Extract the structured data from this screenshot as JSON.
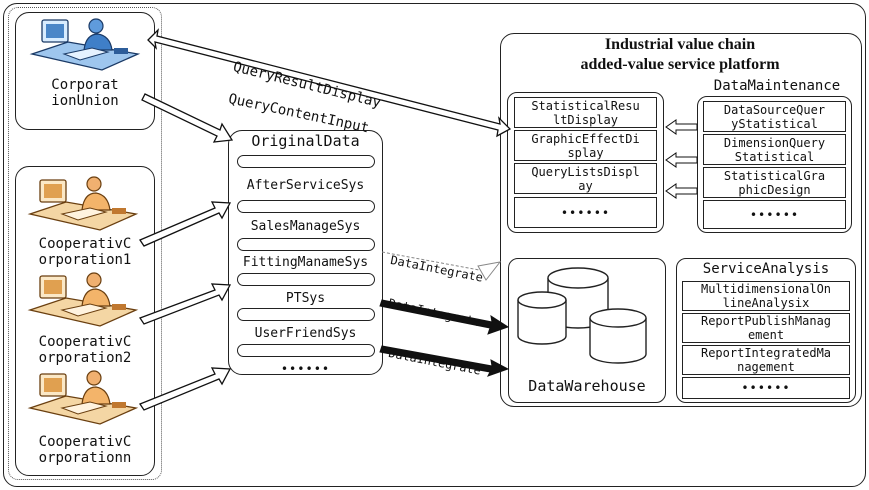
{
  "left": {
    "corporation_union": "Corporat\nionUnion",
    "coop1": "CooperativC\norporation1",
    "coop2": "CooperativC\norporation2",
    "coopn": "CooperativC\norporationn"
  },
  "original": {
    "title": "OriginalData",
    "systems": [
      "AfterServiceSys",
      "SalesManageSys",
      "FittingManameSys",
      "PTSys",
      "UserFriendSys"
    ],
    "more": "••••••"
  },
  "arrows": {
    "query_result": "QueryResultDisplay",
    "query_content": "QueryContentInput",
    "integrate": [
      "DataIntegrate",
      "DataIntegrate",
      "DataIntegrate"
    ]
  },
  "platform": {
    "title_line1": "Industrial value chain",
    "title_line2": "added-value service platform",
    "data_maintenance": "DataMaintenance",
    "display_items": [
      "StatisticalResu\nltDisplay",
      "GraphicEffectDi\nsplay",
      "QueryListsDispl\nay"
    ],
    "display_more": "••••••",
    "maint_items": [
      "DataSourceQuer\nyStatistical",
      "DimensionQuery\nStatistical",
      "StatisticalGra\nphicDesign"
    ],
    "maint_more": "••••••",
    "warehouse": "DataWarehouse",
    "service_analysis": "ServiceAnalysis",
    "service_items": [
      "MultidimensionalOn\nlineAnalysix",
      "ReportPublishManag\nement",
      "ReportIntegratedMa\nnagement"
    ],
    "service_more": "••••••"
  }
}
